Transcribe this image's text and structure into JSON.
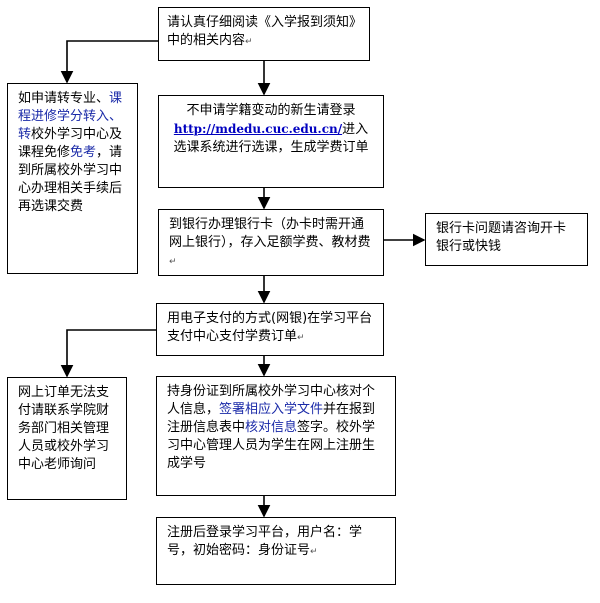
{
  "nodes": {
    "read_notice": {
      "text": "请认真仔细阅读《入学报到须知》中的相关内容"
    },
    "transfer_info": {
      "p1": "如申请转专业、",
      "p2": "课程进修学分转入、转",
      "p3": "校外学习中心及课程免修",
      "p4": "免考",
      "p5": "，请到所属校外学习中心办理相关手续后再选课交费"
    },
    "login_select": {
      "p1": "不申请学籍变动的新生请登录",
      "url": "http://mdedu.cuc.edu.cn/",
      "p2": "进入选课系统进行选课，生成学费订单"
    },
    "bank_card": {
      "text": "到银行办理银行卡（办卡时需开通网上银行），存入足额学费、教材费"
    },
    "bank_problem": {
      "text": "银行卡问题请咨询开卡银行或快钱"
    },
    "online_pay": {
      "text": "用电子支付的方式(网银)在学习平台支付中心支付学费订单"
    },
    "order_fail": {
      "text": "网上订单无法支付请联系学院财务部门相关管理人员或校外学习中心老师询问"
    },
    "verify_info": {
      "p1": "持身份证到所属校外学习中心核对个人信息，",
      "p2": "签署相应入学文件",
      "p3": "并在报到注册信息表中",
      "p4": "核对信息",
      "p5": "签字。校外学习中心管理人员为学生在网上注册生成学号"
    },
    "after_register": {
      "text": "注册后登录学习平台，用户名：学号，初始密码：身份证号"
    }
  },
  "paragraph_mark": "↵"
}
